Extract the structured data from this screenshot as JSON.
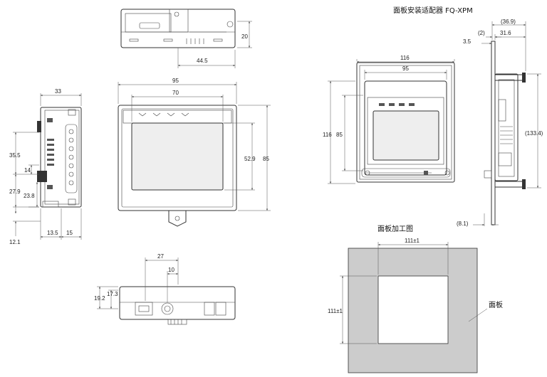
{
  "titles": {
    "panel_adapter": "面板安装适配器  FQ-XPM",
    "panel_cutout": "面板加工图",
    "panel_label": "面板"
  },
  "dims": {
    "top_depth": "20",
    "top_offset": "44.5",
    "front_outer_w": "95",
    "front_inner_w": "70",
    "front_h": "85",
    "front_inner_h": "52.9",
    "side_depth": "33",
    "side_35_5": "35.5",
    "side_14": "14",
    "side_27_9": "27.9",
    "side_23_8": "23.8",
    "side_12_1": "12.1",
    "side_13_5": "13.5",
    "side_15": "15",
    "bottom_27": "27",
    "bottom_10": "10",
    "bottom_19_2": "19.2",
    "bottom_17_3": "17.3",
    "adapter_outer_w": "116",
    "adapter_inner_w": "95",
    "adapter_outer_h": "116",
    "adapter_inner_h": "85",
    "side_36_9": "(36.9)",
    "side_2": "(2)",
    "side_31_6": "31.6",
    "side_3_5": "3.5",
    "side_133_4": "(133.4)",
    "side_8_1": "(8.1)",
    "cutout_w": "111±1",
    "cutout_h": "111±1"
  },
  "colors": {
    "line": "#333333",
    "cutout_fill": "#cccccc"
  }
}
